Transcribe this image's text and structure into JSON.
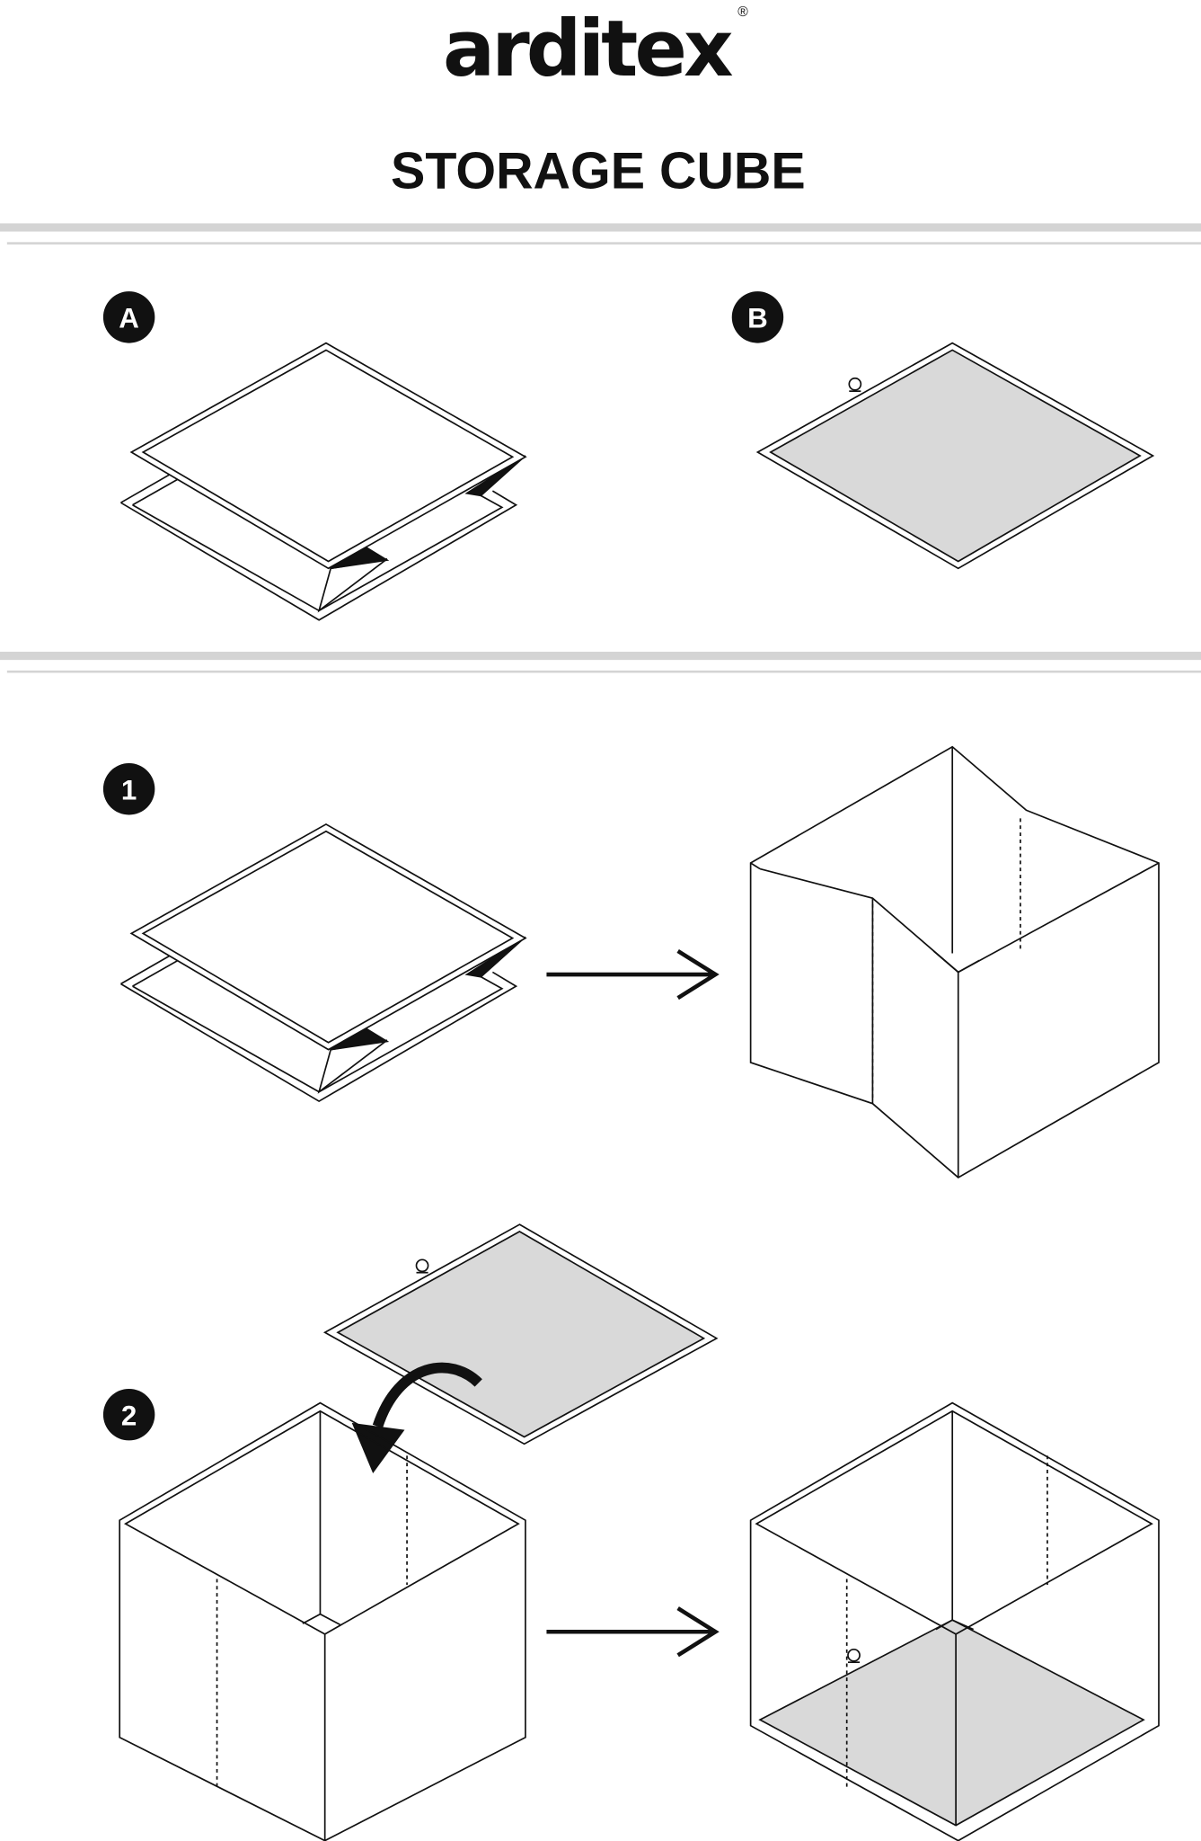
{
  "header": {
    "logo_text": "arditex",
    "logo_registered": "®",
    "title": "STORAGE CUBE"
  },
  "badges": {
    "a": "A",
    "b": "B",
    "step1": "1",
    "step2": "2"
  },
  "colors": {
    "ink": "#111111",
    "panel_fill": "#d9d9d9",
    "divider": "#d4d4d4"
  }
}
